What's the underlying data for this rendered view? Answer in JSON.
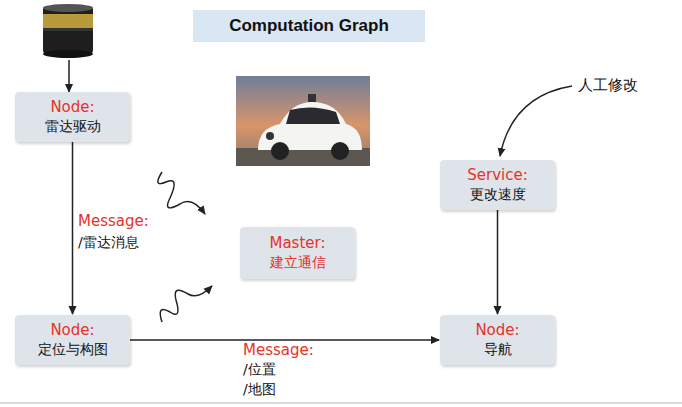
{
  "diagram": {
    "title": "Computation Graph",
    "nodes": [
      {
        "text": [
          "Node:",
          "雷达驱动"
        ]
      },
      {
        "text": [
          "Service:",
          "更改速度"
        ]
      },
      {
        "text": [
          "Master:",
          "建立通信"
        ]
      },
      {
        "text": [
          "Node:",
          "定位与构图"
        ]
      },
      {
        "text": [
          "Node:",
          "导航"
        ]
      }
    ],
    "edges": [
      {
        "from": 0,
        "to": 3,
        "label": "Message:",
        "arrow": "to"
      },
      {
        "from": 3,
        "to": 4,
        "label": "Message:",
        "arrow": "to"
      },
      {
        "from": 1,
        "to": 4,
        "arrow": "to"
      }
    ],
    "labels": [
      "/雷达消息",
      "/位置",
      "/地图",
      "人工修改"
    ]
  }
}
